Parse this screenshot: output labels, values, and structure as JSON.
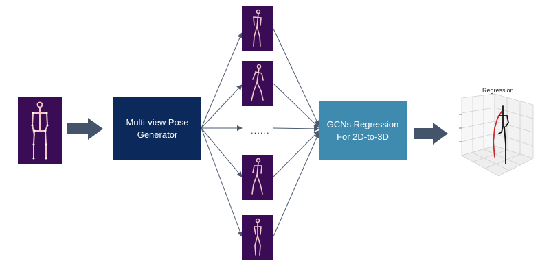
{
  "generator": {
    "label": "Multi-view Pose\nGenerator"
  },
  "regressor": {
    "label": "GCNs Regression\nFor 2D-to-3D"
  },
  "ellipsis": "......",
  "plot": {
    "title": "Regression"
  },
  "colors": {
    "tile_bg": "#3a0c55",
    "skeleton": "#f2c6c6",
    "generator_bg": "#0b2a5b",
    "regressor_bg": "#3f8bb0",
    "block_arrow": "#44546a",
    "line_arrow": "#4a5a70",
    "pred_pose": "#cc2b2b",
    "gt_pose": "#111111"
  }
}
